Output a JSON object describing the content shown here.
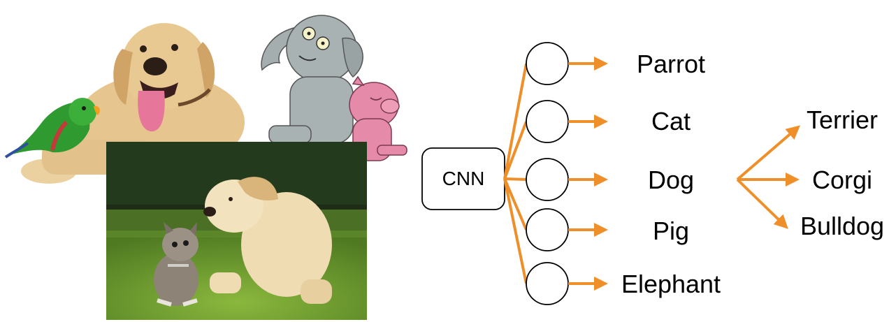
{
  "model": {
    "label": "CNN"
  },
  "classes": [
    "Parrot",
    "Cat",
    "Dog",
    "Pig",
    "Elephant"
  ],
  "sub_classes": {
    "parent": "Dog",
    "items": [
      "Terrier",
      "Corgi",
      "Bulldog"
    ]
  },
  "colors": {
    "arrow": "#ef8f2a",
    "node_stroke": "#000000",
    "text": "#000000"
  },
  "images": [
    {
      "name": "parrot-and-dog-photo"
    },
    {
      "name": "elephant-and-pig-cartoon"
    },
    {
      "name": "kitten-and-puppy-photo"
    }
  ]
}
